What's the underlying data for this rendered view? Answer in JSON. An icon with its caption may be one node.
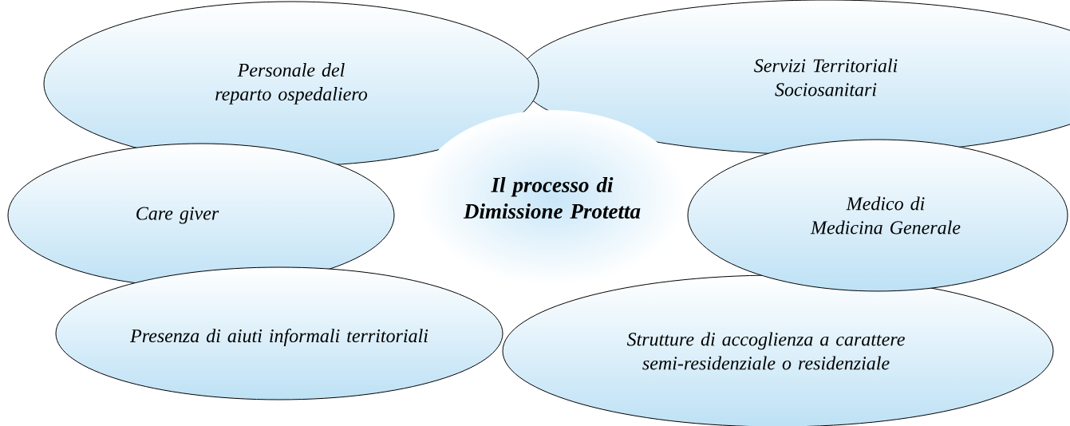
{
  "diagram": {
    "nodes": [
      {
        "text": [
          "Personale del reparto ospedaliero"
        ]
      },
      {
        "text": [
          "Servizi Territoriali Sociosanitari"
        ]
      },
      {
        "text": [
          "Care giver"
        ]
      },
      {
        "text": [
          "Il processo di Dimissione Protetta"
        ]
      },
      {
        "text": [
          "Medico di Medicina Generale"
        ]
      },
      {
        "text": [
          "Presenza di aiuti informali territoriali"
        ]
      },
      {
        "text": [
          "Strutture di accoglienza a carattere semi-residenziale o residenziale"
        ]
      }
    ]
  }
}
